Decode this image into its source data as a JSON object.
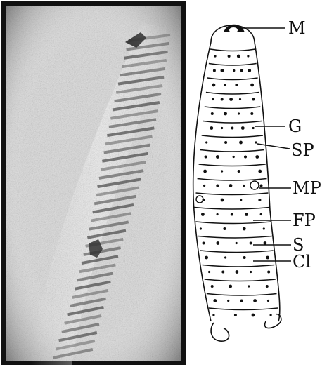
{
  "labels": {
    "m": "M",
    "g": "G",
    "sp": "SP",
    "mp": "MP",
    "fp": "FP",
    "s": "S",
    "cl": "Cl"
  },
  "colors": {
    "photo_background": "#d9d9d9",
    "photo_border": "#111111",
    "drawing_ink": "#111111",
    "paper": "#ffffff"
  }
}
